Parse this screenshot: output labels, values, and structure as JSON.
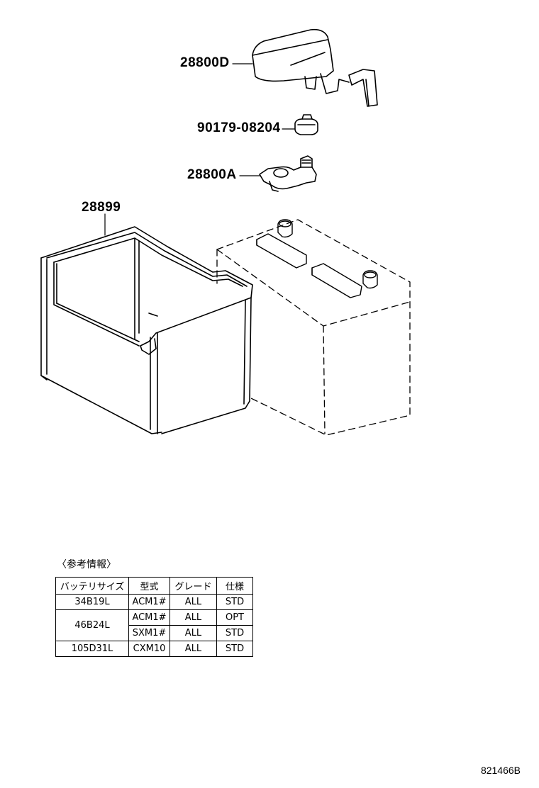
{
  "callouts": {
    "terminal_cover": "28800D",
    "nut": "90179-08204",
    "terminal_clamp": "28800A",
    "battery_tray": "28899"
  },
  "reference": {
    "heading": "〈参考情報〉",
    "headers": [
      "バッテリサイズ",
      "型式",
      "グレード",
      "仕様"
    ],
    "rows": [
      {
        "size": "34B19L",
        "model": "ACM1#",
        "grade": "ALL",
        "spec": "STD"
      },
      {
        "size": "46B24L",
        "model": "ACM1#",
        "grade": "ALL",
        "spec": "OPT"
      },
      {
        "model": "SXM1#",
        "grade": "ALL",
        "spec": "STD"
      },
      {
        "size": "105D31L",
        "model": "CXM10",
        "grade": "ALL",
        "spec": "STD"
      }
    ]
  },
  "figure_code": "821466B"
}
